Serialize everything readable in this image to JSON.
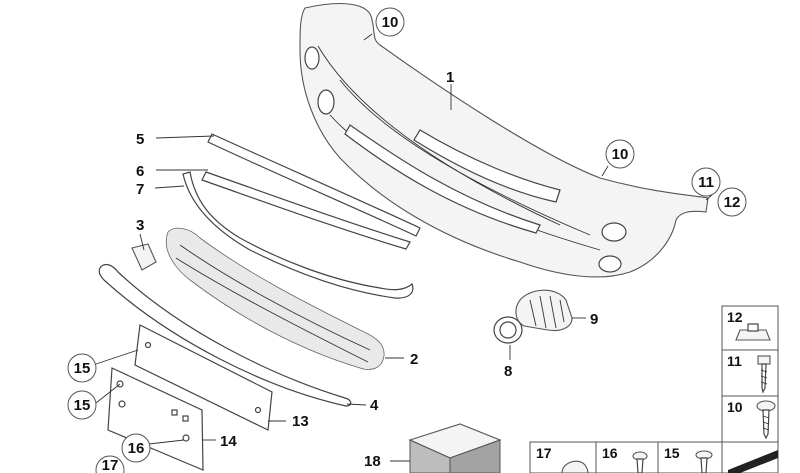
{
  "labels": {
    "l1": "1",
    "l2": "2",
    "l3": "3",
    "l4": "4",
    "l5": "5",
    "l6": "6",
    "l7": "7",
    "l8": "8",
    "l9": "9",
    "l10a": "10",
    "l10b": "10",
    "l11": "11",
    "l12": "12",
    "l13": "13",
    "l14": "14",
    "l15a": "15",
    "l15b": "15",
    "l16": "16",
    "l17": "17",
    "l18": "18"
  },
  "legend": {
    "side_12": "12",
    "side_11": "11",
    "side_10": "10",
    "bottom_17": "17",
    "bottom_16": "16",
    "bottom_15": "15"
  }
}
